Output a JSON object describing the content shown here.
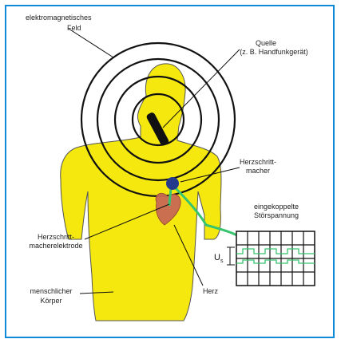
{
  "labels": {
    "field_line1": "elektromagnetisches",
    "field_line2": "Feld",
    "source_line1": "Quelle",
    "source_line2": "(z. B. Handfunkgerät)",
    "pacemaker_line1": "Herzschritt-",
    "pacemaker_line2": "macher",
    "current_line1": "eingekoppelte",
    "current_line2": "Störspannung",
    "electrode_line1": "Herzschritt-",
    "electrode_line2": "macherelektrode",
    "voltage_symbol": "U",
    "voltage_subscript": "s",
    "heart": "Herz",
    "body_line1": "menschlicher",
    "body_line2": "Körper"
  },
  "colors": {
    "frame": "#0e8bd9",
    "body": "#f4e80f",
    "body_outline": "#555555",
    "heart": "#c86a55",
    "lead": "#37c46e",
    "pacemaker": "#243a8c",
    "rings": "#111111"
  },
  "signal_grid": {
    "columns": 7,
    "rows": 4
  }
}
